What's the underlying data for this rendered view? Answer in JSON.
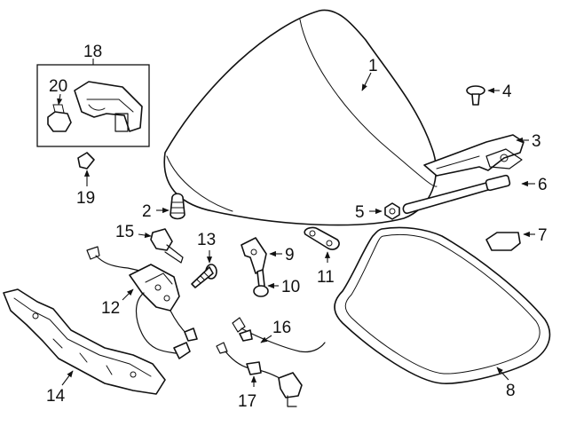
{
  "callouts": {
    "c1": "1",
    "c2": "2",
    "c3": "3",
    "c4": "4",
    "c5": "5",
    "c6": "6",
    "c7": "7",
    "c8": "8",
    "c9": "9",
    "c10": "10",
    "c11": "11",
    "c12": "12",
    "c13": "13",
    "c14": "14",
    "c15": "15",
    "c16": "16",
    "c17": "17",
    "c18": "18",
    "c19": "19",
    "c20": "20"
  },
  "colors": {
    "line": "#111111",
    "background": "#ffffff"
  }
}
